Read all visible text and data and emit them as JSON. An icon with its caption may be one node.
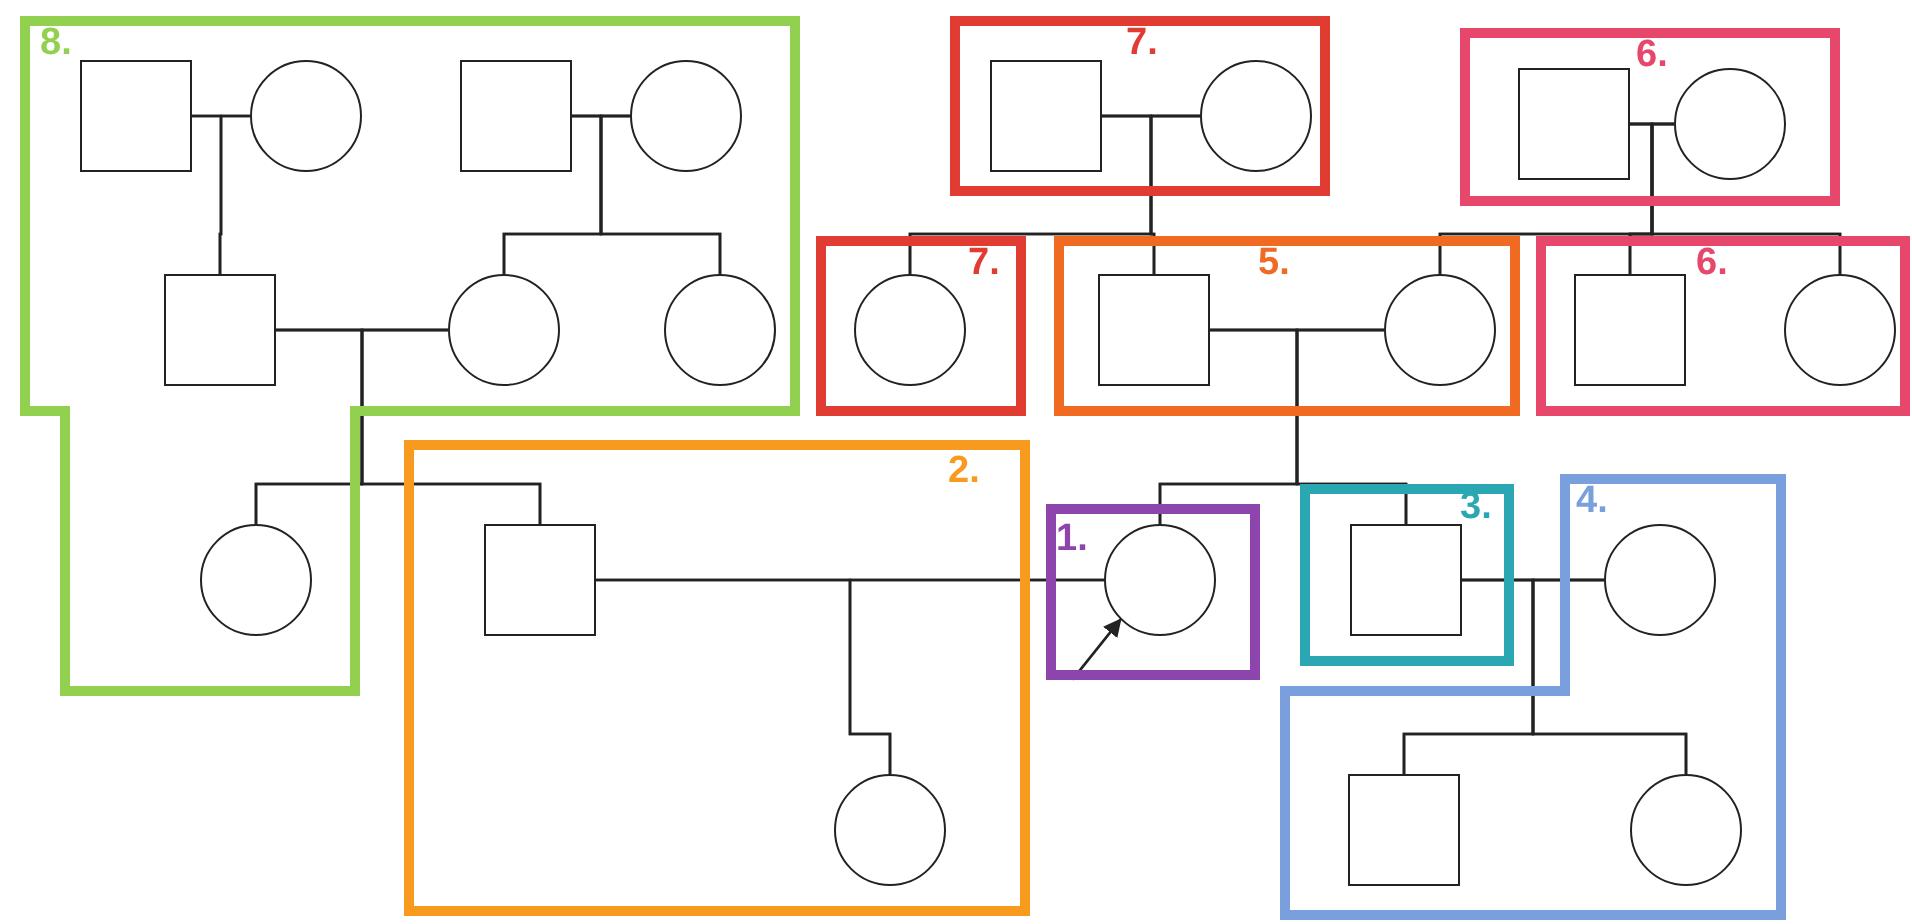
{
  "diagram": {
    "nodes": [
      {
        "text": [
          "8."
        ]
      },
      {
        "text": [],
        "shape": "box",
        "in": 0
      },
      {
        "text": [],
        "shape": "circle",
        "in": 0
      },
      {
        "text": [],
        "shape": "box",
        "in": 0
      },
      {
        "text": [],
        "shape": "circle",
        "in": 0
      },
      {
        "text": [
          "7."
        ]
      },
      {
        "text": [],
        "shape": "box",
        "in": 5
      },
      {
        "text": [],
        "shape": "circle",
        "in": 5
      },
      {
        "text": [
          "6."
        ]
      },
      {
        "text": [],
        "shape": "box",
        "in": 8
      },
      {
        "text": [],
        "shape": "circle",
        "in": 8
      },
      {
        "text": [],
        "shape": "box",
        "in": 0
      },
      {
        "text": [],
        "shape": "circle",
        "in": 0
      },
      {
        "text": [],
        "shape": "circle",
        "in": 0
      },
      {
        "text": [
          "7."
        ]
      },
      {
        "text": [],
        "shape": "circle",
        "in": 14
      },
      {
        "text": [
          "5."
        ]
      },
      {
        "text": [],
        "shape": "box",
        "in": 16
      },
      {
        "text": [],
        "shape": "circle",
        "in": 16
      },
      {
        "text": [
          "6."
        ]
      },
      {
        "text": [],
        "shape": "box",
        "in": 19
      },
      {
        "text": [],
        "shape": "circle",
        "in": 19
      },
      {
        "text": [],
        "shape": "circle",
        "in": 0
      },
      {
        "text": [
          "2."
        ]
      },
      {
        "text": [],
        "shape": "box",
        "in": 23
      },
      {
        "text": [
          "1."
        ]
      },
      {
        "text": [],
        "shape": "circle",
        "in": 25
      },
      {
        "text": [
          "3."
        ]
      },
      {
        "text": [],
        "shape": "box",
        "in": 27
      },
      {
        "text": [
          "4."
        ]
      },
      {
        "text": [],
        "shape": "circle",
        "in": 29
      },
      {
        "text": [],
        "shape": "circle",
        "in": 23
      },
      {
        "text": [],
        "shape": "box",
        "in": 29
      },
      {
        "text": [],
        "shape": "circle",
        "in": 29
      }
    ],
    "edges": [
      {
        "from": 1,
        "to": 2,
        "arrow": "none"
      },
      {
        "from": 3,
        "to": 4,
        "arrow": "none"
      },
      {
        "from": 6,
        "to": 7,
        "arrow": "none"
      },
      {
        "from": 9,
        "to": 10,
        "arrow": "none"
      },
      {
        "from": 11,
        "to": 12,
        "arrow": "none"
      },
      {
        "from": 17,
        "to": 18,
        "arrow": "none"
      },
      {
        "from": 24,
        "to": 26,
        "arrow": "none"
      },
      {
        "from": 28,
        "to": 30,
        "arrow": "none"
      },
      {
        "from": 1,
        "to": 11,
        "arrow": "none"
      },
      {
        "from": 2,
        "to": 11,
        "arrow": "none"
      },
      {
        "from": 3,
        "to": 12,
        "arrow": "none"
      },
      {
        "from": 4,
        "to": 12,
        "arrow": "none"
      },
      {
        "from": 3,
        "to": 13,
        "arrow": "none"
      },
      {
        "from": 4,
        "to": 13,
        "arrow": "none"
      },
      {
        "from": 11,
        "to": 22,
        "arrow": "none"
      },
      {
        "from": 12,
        "to": 22,
        "arrow": "none"
      },
      {
        "from": 11,
        "to": 24,
        "arrow": "none"
      },
      {
        "from": 12,
        "to": 24,
        "arrow": "none"
      },
      {
        "from": 6,
        "to": 15,
        "arrow": "none"
      },
      {
        "from": 7,
        "to": 15,
        "arrow": "none"
      },
      {
        "from": 6,
        "to": 17,
        "arrow": "none"
      },
      {
        "from": 7,
        "to": 17,
        "arrow": "none"
      },
      {
        "from": 9,
        "to": 18,
        "arrow": "none"
      },
      {
        "from": 10,
        "to": 18,
        "arrow": "none"
      },
      {
        "from": 9,
        "to": 20,
        "arrow": "none"
      },
      {
        "from": 10,
        "to": 20,
        "arrow": "none"
      },
      {
        "from": 9,
        "to": 21,
        "arrow": "none"
      },
      {
        "from": 10,
        "to": 21,
        "arrow": "none"
      },
      {
        "from": 17,
        "to": 26,
        "arrow": "none"
      },
      {
        "from": 18,
        "to": 26,
        "arrow": "none"
      },
      {
        "from": 17,
        "to": 28,
        "arrow": "none"
      },
      {
        "from": 18,
        "to": 28,
        "arrow": "none"
      },
      {
        "from": 24,
        "to": 31,
        "arrow": "none"
      },
      {
        "from": 26,
        "to": 31,
        "arrow": "none"
      },
      {
        "from": 28,
        "to": 32,
        "arrow": "none"
      },
      {
        "from": 30,
        "to": 32,
        "arrow": "none"
      },
      {
        "from": 28,
        "to": 33,
        "arrow": "none"
      },
      {
        "from": 30,
        "to": 33,
        "arrow": "none"
      },
      {
        "from": null,
        "to": 26,
        "arrow": "to"
      }
    ]
  }
}
